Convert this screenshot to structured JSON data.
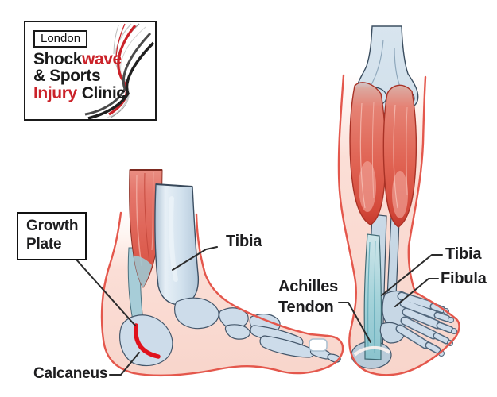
{
  "page": {
    "background": "#ffffff"
  },
  "logo": {
    "location": "London",
    "word1_black": "Shock",
    "word1_red": "wave",
    "line2": "& Sports",
    "word3_red": "Injury",
    "word3_black": "Clinic",
    "brand_red": "#cb2229",
    "brand_black": "#1a1a1a"
  },
  "annotations": {
    "growth_plate": "Growth Plate",
    "tibia_side": "Tibia",
    "calcaneus": "Calcaneus",
    "achilles_tendon": "Achilles Tendon",
    "tibia_back": "Tibia",
    "fibula_back": "Fibula"
  },
  "figures": {
    "side_view": {
      "description": "Side view of foot and lower leg showing calf muscle, achilles tendon, tibia, foot bones, calcaneus and growth plate highlighted in red"
    },
    "back_view": {
      "description": "Back view of lower leg showing knee, gastrocnemius calf muscles, tibia, fibula, achilles tendon, heel and foot bones"
    }
  },
  "colors": {
    "skin_fill": "#fbded6",
    "skin_outline": "#e4574c",
    "muscle": "#e2695c",
    "muscle_dark": "#c03527",
    "bone": "#cddcea",
    "bone_outline": "#3c4f63",
    "tendon": "#9fcdd6",
    "growth_plate_highlight": "#e0121c",
    "label_text": "#1d1d1f",
    "leader_line": "#2b2b2b"
  }
}
